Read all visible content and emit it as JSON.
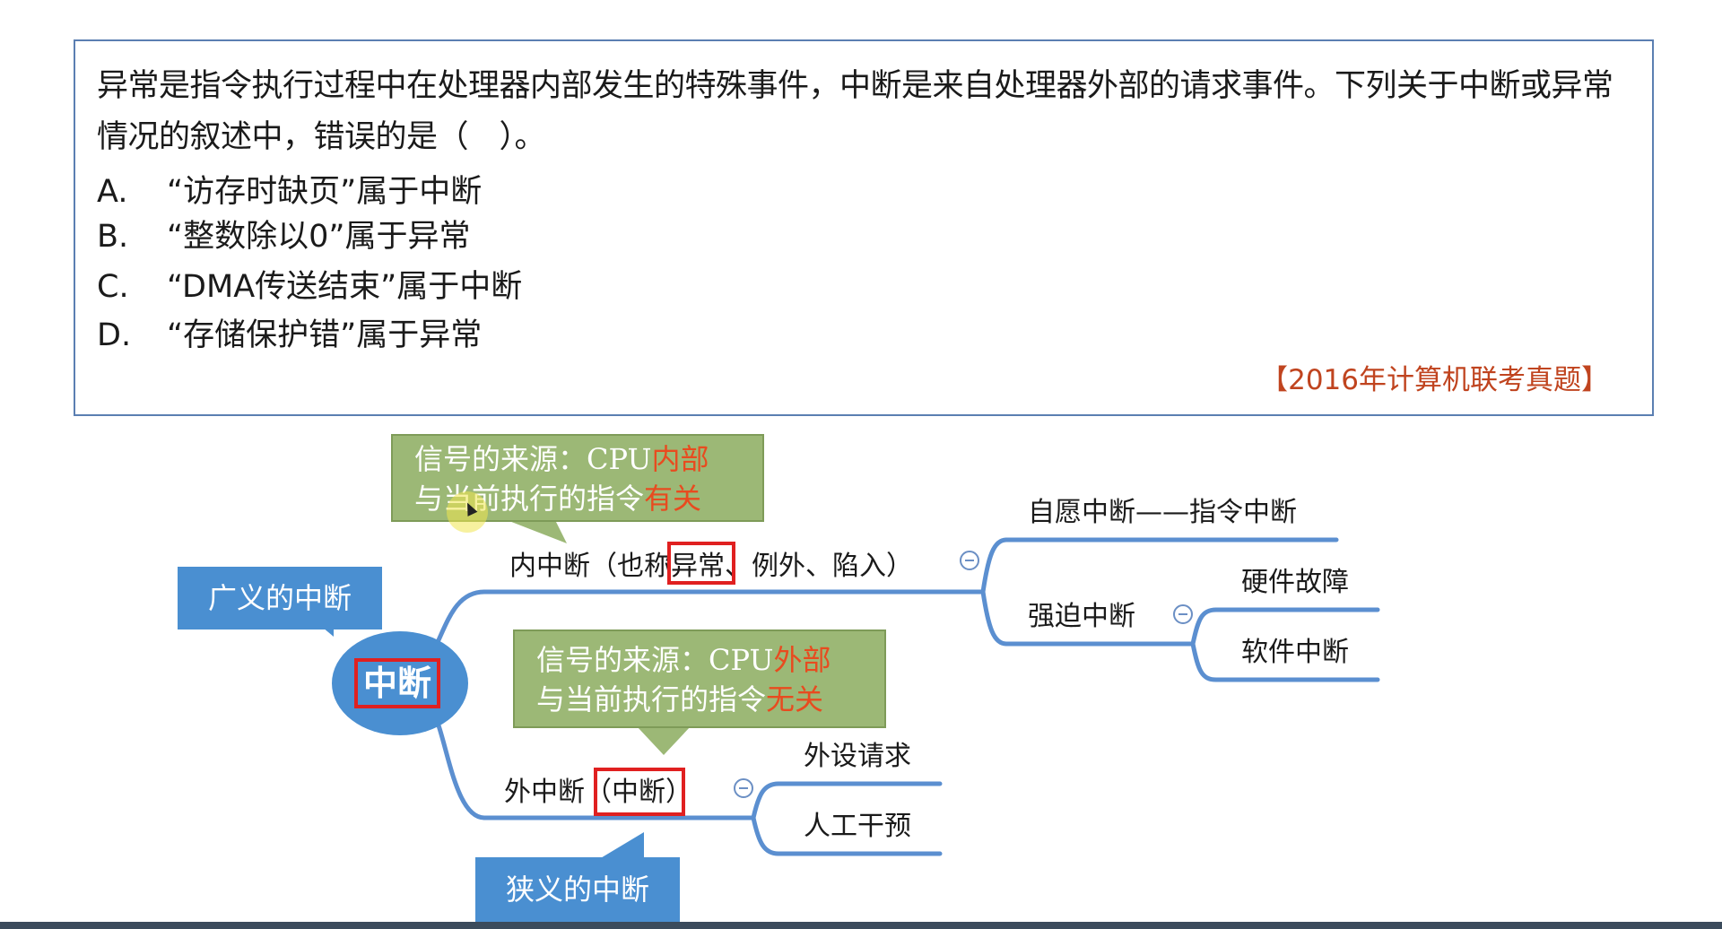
{
  "question": {
    "stem": "异常是指令执行过程中在处理器内部发生的特殊事件，中断是来自处理器外部的请求事件。下列关于中断或异常情况的叙述中，错误的是（　）。",
    "options": [
      {
        "letter": "A.",
        "text": "“访存时缺页”属于中断"
      },
      {
        "letter": "B.",
        "text": "“整数除以0”属于异常"
      },
      {
        "letter": "C.",
        "text": "“DMA传送结束”属于中断"
      },
      {
        "letter": "D.",
        "text": "“存储保护错”属于异常"
      }
    ],
    "source": "【2016年计算机联考真题】"
  },
  "mindmap": {
    "center": "中断",
    "broad_label": "广义的中断",
    "narrow_label": "狭义的中断",
    "callout_internal": {
      "line1_prefix": "信号的来源：CPU",
      "line1_highlight": "内部",
      "line2_prefix": "与当前执行的指令",
      "line2_highlight": "有关"
    },
    "callout_external": {
      "line1_prefix": "信号的来源：CPU",
      "line1_highlight": "外部",
      "line2_prefix": "与当前执行的指令",
      "line2_highlight": "无关"
    },
    "internal_branch": "内中断（也称异常、例外、陷入）",
    "external_branch": "外中断（中断）",
    "internal_children": {
      "voluntary": "自愿中断——指令中断",
      "forced": "强迫中断",
      "forced_children": [
        "硬件故障",
        "软件中断"
      ]
    },
    "external_children": [
      "外设请求",
      "人工干预"
    ],
    "colors": {
      "branch_line": "#5b8fd0",
      "callout_bg": "#9cb876",
      "highlight": "#e84b1f",
      "node_blue": "#4a8fd1",
      "box_red": "#e02020"
    }
  }
}
